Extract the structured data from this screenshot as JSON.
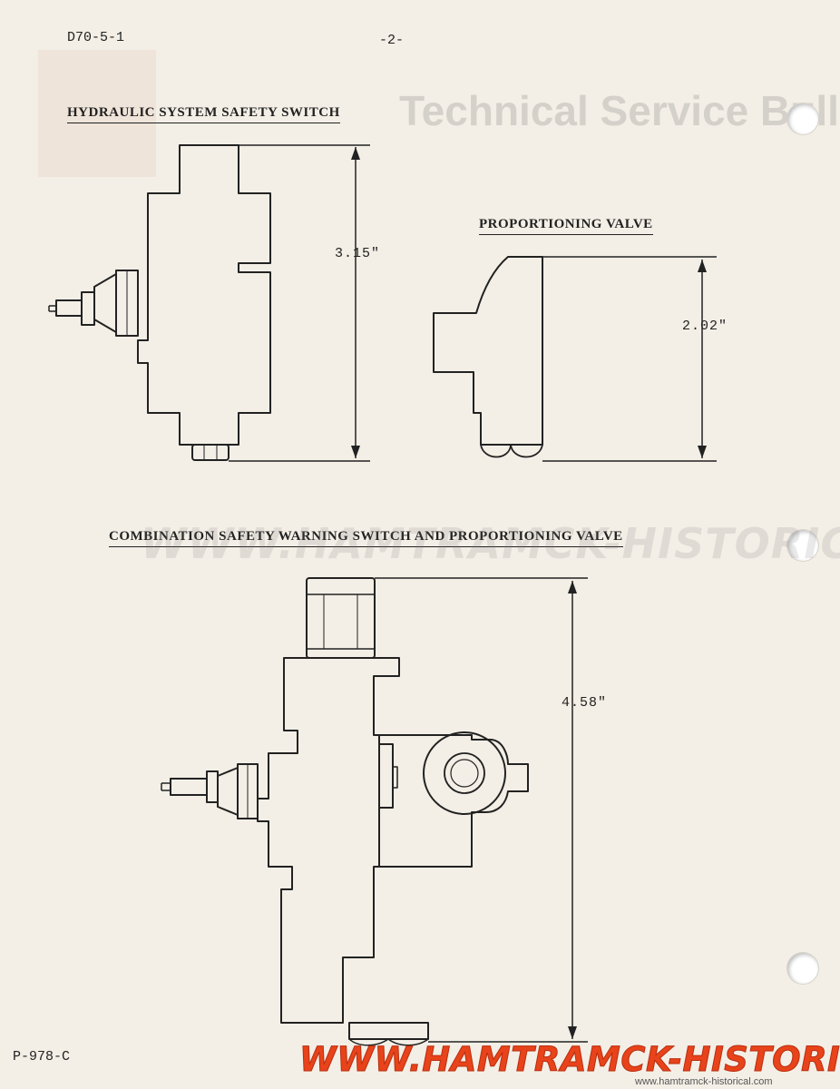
{
  "header": {
    "doc_number": "D70-5-1",
    "page_number": "-2-",
    "form_number": "P-978-C"
  },
  "figures": {
    "hydraulic_switch": {
      "title": "HYDRAULIC SYSTEM SAFETY SWITCH",
      "dimension": "3.15\""
    },
    "proportioning_valve": {
      "title": "PROPORTIONING VALVE",
      "dimension": "2.02\""
    },
    "combination_valve": {
      "title": "COMBINATION SAFETY WARNING SWITCH AND PROPORTIONING VALVE",
      "dimension": "4.58\""
    }
  },
  "background": {
    "bleed_through_heading": "Technical Service Bulletin"
  },
  "watermark": {
    "main": "WWW.HAMTRAMCK-HISTORICAL.COM",
    "small": "www.hamtramck-historical.com"
  },
  "colors": {
    "paper": "#f3efe6",
    "ink": "#222222",
    "watermark": "#e8431a"
  }
}
